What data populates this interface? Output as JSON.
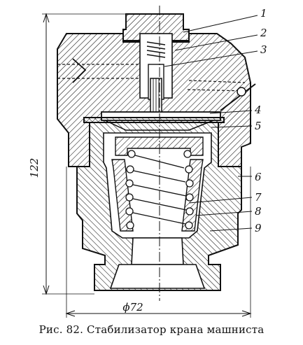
{
  "caption": "Рис. 82. Стабилизатор крана машниста",
  "dimensions": {
    "height": "122",
    "width": "ϕ72"
  },
  "callouts": [
    "1",
    "2",
    "3",
    "4",
    "5",
    "6",
    "7",
    "8",
    "9"
  ],
  "colors": {
    "ink": "#111111",
    "paper": "#ffffff"
  }
}
